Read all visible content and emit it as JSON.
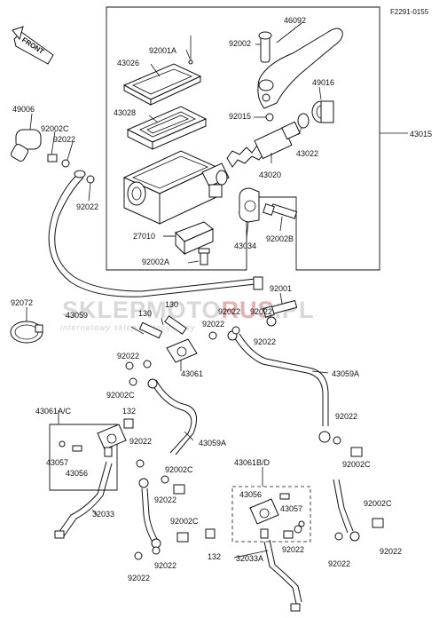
{
  "diagram_code": "F2291-0155",
  "front_label": "FRONT",
  "watermark": {
    "brand_gray": "SKLEPMOTO",
    "brand_red": "RUS",
    "brand_suffix": ".PL",
    "subtitle": "internetowy sklep motocyklowy"
  },
  "callouts": {
    "c46092": "46092",
    "c92001a": "92001A",
    "c43026": "43026",
    "c92002_top": "92002",
    "c43028": "43028",
    "c49016": "49016",
    "c92015": "92015",
    "c43022": "43022",
    "c43015": "43015",
    "c43020": "43020",
    "c49006": "49006",
    "c92002c_l": "92002C",
    "c92022_l1": "92022",
    "c92022_l2": "92022",
    "c27010": "27010",
    "c43034": "43034",
    "c92002b": "92002B",
    "c92002a_b": "92002A",
    "c92072": "92072",
    "c43059": "43059",
    "c130_a": "130",
    "c130_b": "130",
    "c92001": "92001",
    "c92022_m1": "92022",
    "c92022_m2": "92022",
    "c92022_m3": "92022",
    "c92022_m4": "92022",
    "c92022_m5": "92022",
    "c92002c_m": "92002C",
    "c43061": "43061",
    "c43059a_r": "43059A",
    "c43061ac": "43061A/C",
    "c132_a": "132",
    "c92022_r1": "92022",
    "c92002c_r1": "92002C",
    "c43059a_m": "43059A",
    "c43057_l": "43057",
    "c43056_l": "43056",
    "c92022_lm": "92022",
    "c43061bd": "43061B/D",
    "c92002c_mm": "92002C",
    "c92022_mm": "92022",
    "c43056_r": "43056",
    "c43057_r": "43057",
    "c92002c_r2": "92002C",
    "c32033": "32033",
    "c92002c_lb": "92002C",
    "c92022_lb1": "92022",
    "c92022_lb2": "92022",
    "c132_b": "132",
    "c92022_mb": "92022",
    "c92022_rb1": "92022",
    "c92022_rb2": "92022",
    "c32033a": "32033A"
  },
  "colors": {
    "ink": "#111111",
    "watermark_gray": "#d8d8d8",
    "watermark_red": "#e7b0b0"
  }
}
